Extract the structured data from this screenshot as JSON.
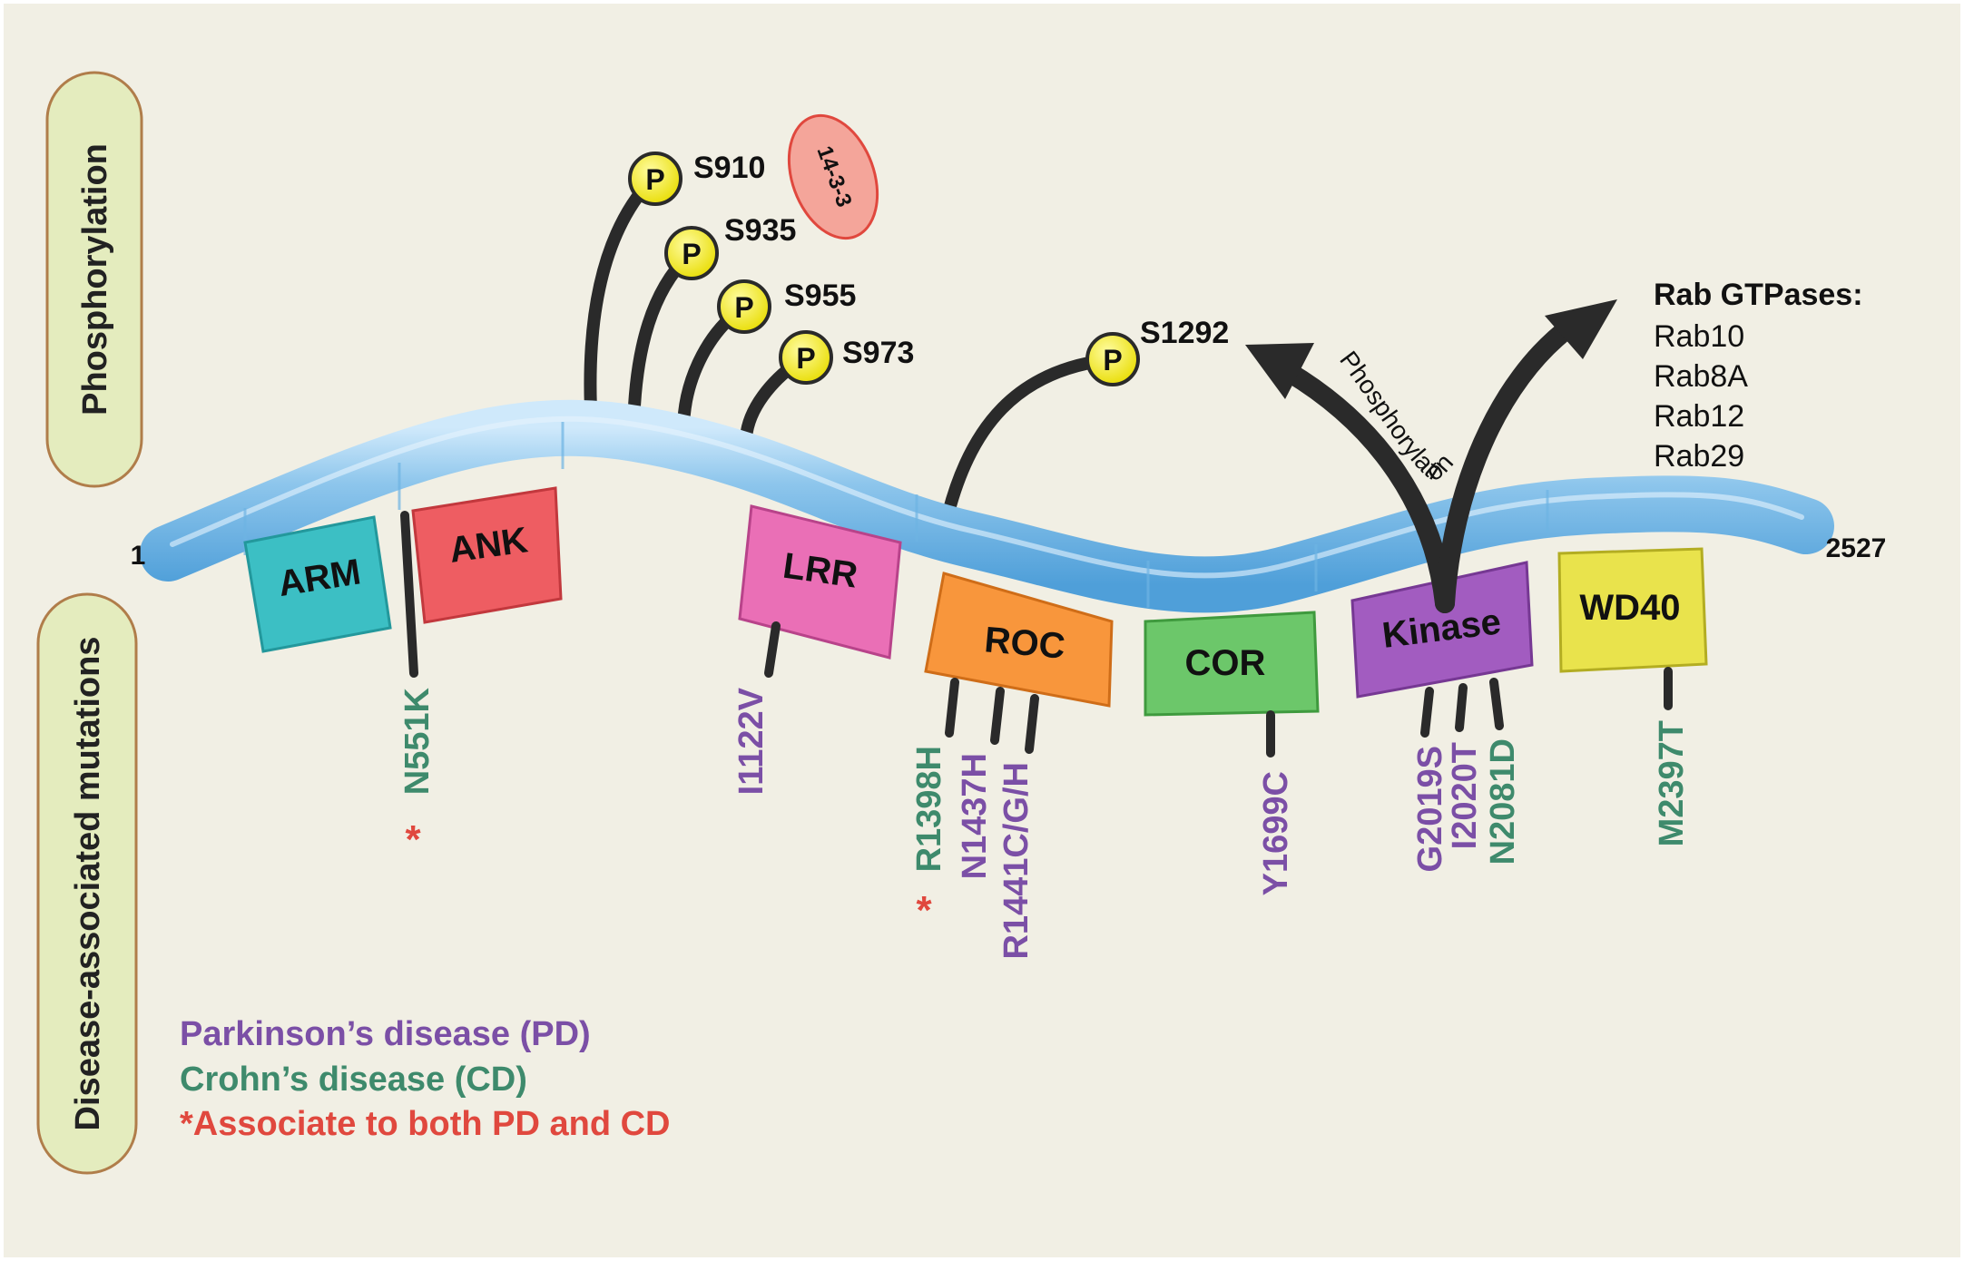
{
  "side_labels": {
    "phosphorylation": "Phosphorylation",
    "mutations": "Disease-associated mutations"
  },
  "protein": {
    "start": "1",
    "end": "2527"
  },
  "domains": [
    {
      "label": "ARM",
      "color": "#3cbfc4"
    },
    {
      "label": "ANK",
      "color": "#ee5d62"
    },
    {
      "label": "LRR",
      "color": "#ea6fb6"
    },
    {
      "label": "ROC",
      "color": "#f8963c"
    },
    {
      "label": "COR",
      "color": "#6cc76a"
    },
    {
      "label": "Kinase",
      "color": "#a25cc0"
    },
    {
      "label": "WD40",
      "color": "#e9e34c"
    }
  ],
  "phospho_marker": "P",
  "phospho_sites": [
    "S910",
    "S935",
    "S955",
    "S973",
    "S1292"
  ],
  "binding_partner": "14-3-3",
  "phosphorylation_arrow_text": "Phosphorylation",
  "substrates": {
    "title": "Rab GTPases:",
    "items": [
      "Rab10",
      "Rab8A",
      "Rab12",
      "Rab29"
    ]
  },
  "mutations": [
    {
      "label": "N551K",
      "disease": "CD",
      "both": true
    },
    {
      "label": "I1122V",
      "disease": "PD",
      "both": false
    },
    {
      "label": "R1398H",
      "disease": "CD",
      "both": true
    },
    {
      "label": "N1437H",
      "disease": "PD",
      "both": false
    },
    {
      "label": "R1441C/G/H",
      "disease": "PD",
      "both": false
    },
    {
      "label": "Y1699C",
      "disease": "PD",
      "both": false
    },
    {
      "label": "G2019S",
      "disease": "PD",
      "both": false
    },
    {
      "label": "I2020T",
      "disease": "PD",
      "both": false
    },
    {
      "label": "N2081D",
      "disease": "CD",
      "both": false
    },
    {
      "label": "M2397T",
      "disease": "CD",
      "both": false
    }
  ],
  "both_marker": "*",
  "legend": {
    "pd": "Parkinson’s disease (PD)",
    "cd": "Crohn’s disease (CD)",
    "both": "*Associate to both PD and CD"
  },
  "colors": {
    "background": "#f1efe4",
    "label_pill": "#e4ecbe",
    "label_pill_border": "#b07d4a",
    "backbone": "#8ec6ec",
    "pd": "#7b4fa6",
    "cd": "#3e8a6c",
    "both": "#e0483e",
    "binding_partner": "#f4a59a"
  }
}
